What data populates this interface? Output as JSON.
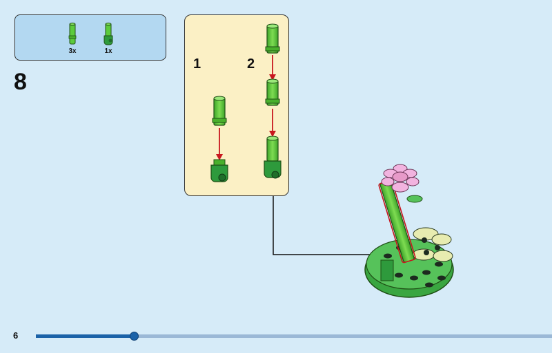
{
  "parts": [
    {
      "icon": "green-bar-piece-icon",
      "qty": "3x"
    },
    {
      "icon": "green-clip-bar-piece-icon",
      "qty": "1x"
    }
  ],
  "step": "8",
  "substeps": [
    "1",
    "2"
  ],
  "page": "6",
  "progress": 0.19,
  "colors": {
    "background": "#d6ebf8",
    "parts_box": "#b3d8f1",
    "callout": "#fbf0c5",
    "lego_green": "#5ccb3c",
    "arrow": "#c8161e",
    "progress": "#1b62a8"
  }
}
